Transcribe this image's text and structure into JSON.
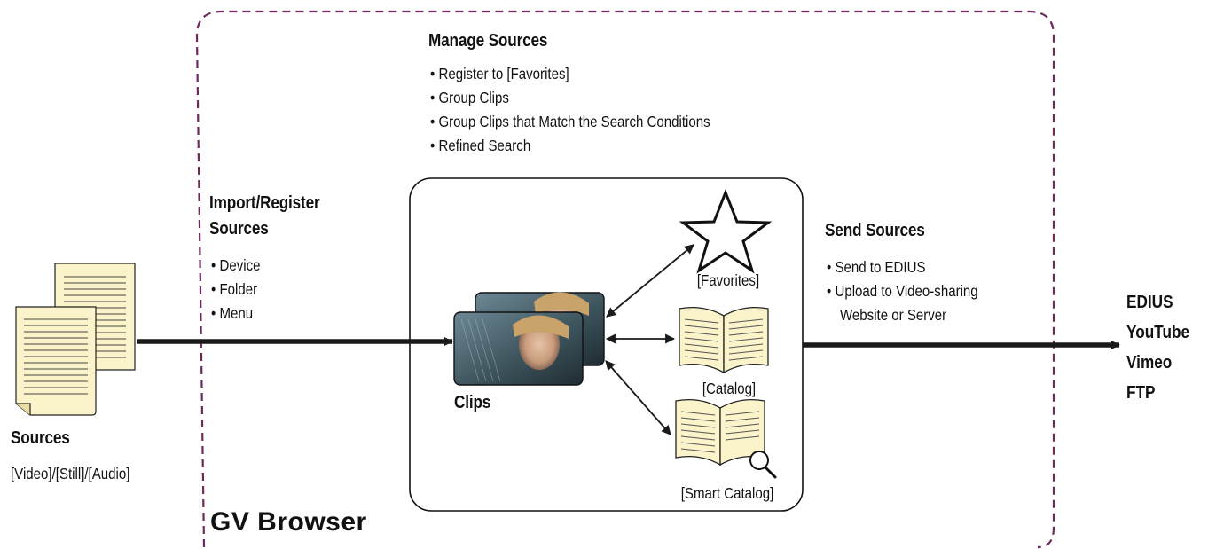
{
  "sources": {
    "title": "Sources",
    "types": "[Video]/[Still]/[Audio]"
  },
  "import": {
    "title_line1": "Import/Register",
    "title_line2": "Sources",
    "items": [
      "Device",
      "Folder",
      "Menu"
    ]
  },
  "manage": {
    "title": "Manage Sources",
    "items": [
      "Register to [Favorites]",
      "Group Clips",
      "Group Clips that Match the Search Conditions",
      "Refined Search"
    ]
  },
  "clips": {
    "label": "Clips"
  },
  "targets": {
    "favorites": "[Favorites]",
    "catalog": "[Catalog]",
    "smart_catalog": "[Smart Catalog]"
  },
  "send": {
    "title": "Send Sources",
    "items": [
      "Send to EDIUS",
      "Upload to Video-sharing"
    ],
    "item2_cont": "Website or Server"
  },
  "destinations": [
    "EDIUS",
    "YouTube",
    "Vimeo",
    "FTP"
  ],
  "app_name": "GV Browser",
  "colors": {
    "dashed_border": "#6e2a5c",
    "paper": "#fbf3c9",
    "arrow": "#1a1a1a"
  },
  "icons": [
    "document-icon",
    "video-clip-thumbnail",
    "star-icon",
    "book-icon",
    "magnifier-icon"
  ]
}
